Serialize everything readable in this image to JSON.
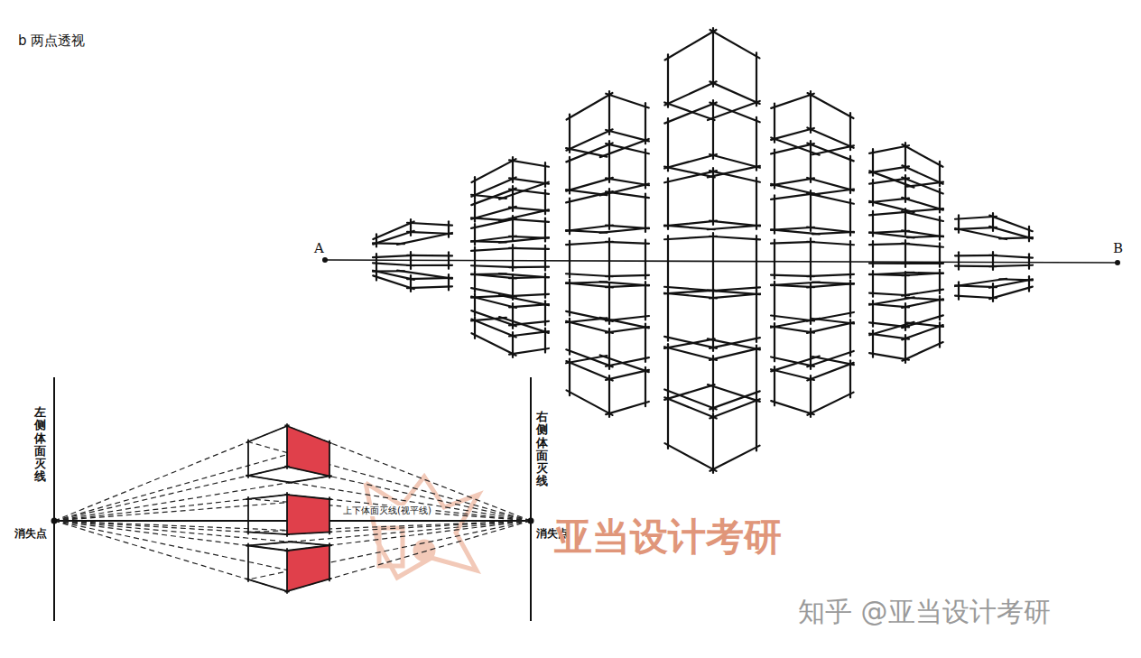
{
  "diagram": {
    "title": "b 两点透视",
    "labels": [
      "A",
      "B",
      "左侧体面灭线",
      "右侧体面灭线",
      "上下体面灭线(视平线)",
      "消失点",
      "消失点",
      "亚当设计考研",
      "知乎 @亚当设计考研"
    ]
  }
}
